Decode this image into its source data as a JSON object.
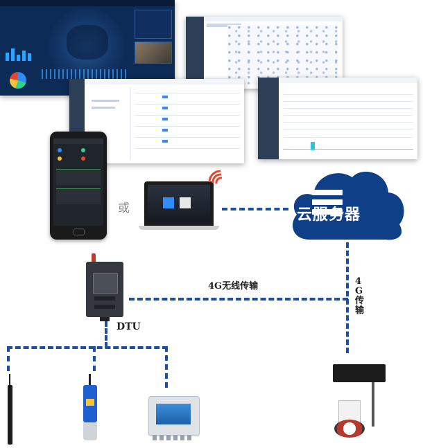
{
  "cloud": {
    "label": "云服务器",
    "color": "#0f3f86"
  },
  "or_label": "或",
  "wireless_label": "4G无线传输",
  "vertical_label": "4G传输",
  "dtu_label": "DTU",
  "colors": {
    "link": "#1b4fa0",
    "wifi": "#e8452c",
    "dashboard_bg": "#0d2b57"
  },
  "icons": [
    "cloud-server-icon",
    "wifi-signal-icon",
    "smartphone",
    "laptop",
    "dtu-device",
    "sensor-probes",
    "controller-box",
    "spectrometer"
  ]
}
